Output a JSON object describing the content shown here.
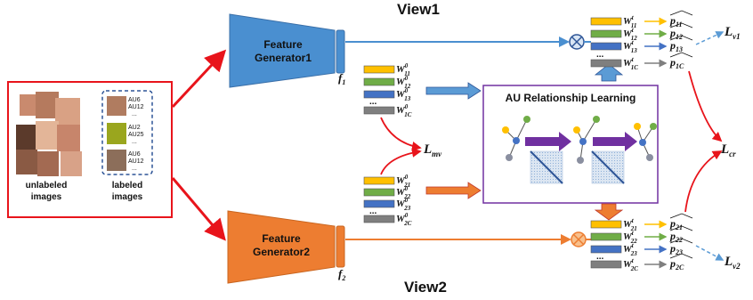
{
  "titles": {
    "view1": "View1",
    "view2": "View2"
  },
  "input_panel": {
    "unlabeled_caption": [
      "unlabeled",
      "images"
    ],
    "labeled_caption": [
      "labeled",
      "images"
    ],
    "au_tags": [
      [
        "AU6",
        "AU12",
        "..."
      ],
      [
        "AU2",
        "AU25",
        "..."
      ],
      [
        "AU6",
        "AU12",
        "..."
      ]
    ]
  },
  "generators": {
    "gen1": [
      "Feature",
      "Generator1"
    ],
    "gen2": [
      "Feature",
      "Generator2"
    ]
  },
  "features": {
    "f1": "f",
    "f1_sub": "1",
    "f2": "f",
    "f2_sub": "2"
  },
  "weights_v1_init": [
    {
      "w": "W",
      "sup": "0",
      "sub": "11"
    },
    {
      "w": "W",
      "sup": "0",
      "sub": "12"
    },
    {
      "w": "W",
      "sup": "0",
      "sub": "13"
    },
    {
      "w": "W",
      "sup": "0",
      "sub": "1C"
    }
  ],
  "weights_v2_init": [
    {
      "w": "W",
      "sup": "0",
      "sub": "21"
    },
    {
      "w": "W",
      "sup": "0",
      "sub": "22"
    },
    {
      "w": "W",
      "sup": "0",
      "sub": "23"
    },
    {
      "w": "W",
      "sup": "0",
      "sub": "2C"
    }
  ],
  "weights_v1_final": [
    {
      "w": "W",
      "sup": "t",
      "sub": "11",
      "p": "p",
      "psub": "11"
    },
    {
      "w": "W",
      "sup": "t",
      "sub": "12",
      "p": "p",
      "psub": "12"
    },
    {
      "w": "W",
      "sup": "t",
      "sub": "13",
      "p": "p",
      "psub": "13"
    },
    {
      "w": "W",
      "sup": "t",
      "sub": "1C",
      "p": "p",
      "psub": "1C"
    }
  ],
  "weights_v2_final": [
    {
      "w": "W",
      "sup": "t",
      "sub": "21",
      "p": "p",
      "psub": "21"
    },
    {
      "w": "W",
      "sup": "t",
      "sub": "22",
      "p": "p",
      "psub": "22"
    },
    {
      "w": "W",
      "sup": "t",
      "sub": "23",
      "p": "p",
      "psub": "23"
    },
    {
      "w": "W",
      "sup": "t",
      "sub": "2C",
      "p": "p",
      "psub": "2C"
    }
  ],
  "ellipsis": "...",
  "au_learning_title": "AU Relationship Learning",
  "losses": {
    "mv": {
      "L": "L",
      "sub": "mv"
    },
    "cr": {
      "L": "L",
      "sub": "cr"
    },
    "v1": {
      "L": "L",
      "sub": "v1"
    },
    "v2": {
      "L": "L",
      "sub": "v2"
    }
  },
  "colors": {
    "blue": "#4a8fd0",
    "orange": "#ed7d31",
    "red": "#e8141b",
    "purple": "#7030a0",
    "yellow": "#ffc000",
    "green": "#70ad47",
    "dark_blue": "#4472c4",
    "gray": "#7f7f7f",
    "dash_blue": "#5b9bd5"
  }
}
